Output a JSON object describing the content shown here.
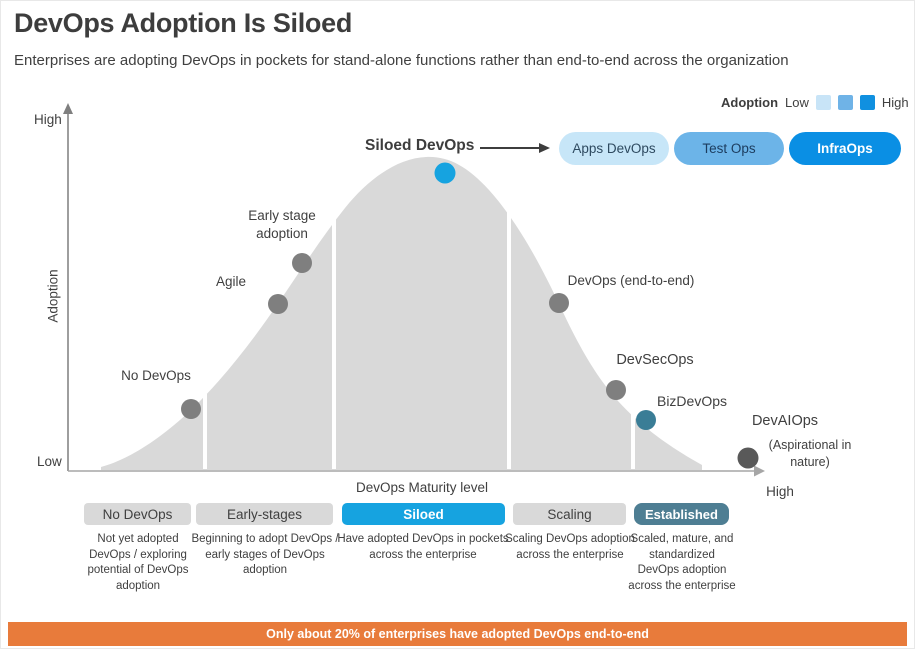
{
  "header": {
    "title": "DevOps Adoption Is Siloed",
    "subtitle": "Enterprises are adopting DevOps in pockets for stand-alone functions rather than end-to-end across the organization"
  },
  "legend": {
    "label": "Adoption",
    "low": "Low",
    "high": "High",
    "swatches": [
      "#C8E4F7",
      "#6FB3E7",
      "#1090E0"
    ]
  },
  "callout": {
    "label": "Siloed DevOps",
    "pills": [
      {
        "label": "Apps DevOps",
        "bg": "#C7E6F8"
      },
      {
        "label": "Test Ops",
        "bg": "#6CB4E8"
      },
      {
        "label": "InfraOps",
        "bg": "#0A8FE4"
      }
    ]
  },
  "axes": {
    "y_label": "Adoption",
    "y_high": "High",
    "y_low": "Low",
    "x_label": "DevOps Maturity level",
    "x_high": "High"
  },
  "milestones": [
    {
      "label": "No DevOps",
      "dot_color": "#7F7F7F"
    },
    {
      "label": "Agile",
      "dot_color": "#7F7F7F"
    },
    {
      "label": "Early stage adoption",
      "dot_color": "#7F7F7F"
    },
    {
      "label": "Siloed DevOps",
      "dot_color": "#16A3E0"
    },
    {
      "label": "DevOps (end-to-end)",
      "dot_color": "#7F7F7F"
    },
    {
      "label": "DevSecOps",
      "dot_color": "#7F7F7F"
    },
    {
      "label": "BizDevOps",
      "dot_color": "#3A7D96"
    },
    {
      "label": "DevAIOps",
      "note": "(Aspirational in nature)",
      "dot_color": "#595959"
    }
  ],
  "curve_color": "#D9D9D9",
  "stages": [
    {
      "label": "No DevOps",
      "desc": "Not yet adopted DevOps / exploring potential of DevOps adoption"
    },
    {
      "label": "Early-stages",
      "desc": "Beginning to adopt DevOps / early stages of DevOps adoption"
    },
    {
      "label": "Siloed",
      "desc": "Have adopted DevOps in pockets across the enterprise",
      "accent": "#16A3E0"
    },
    {
      "label": "Scaling",
      "desc": "Scaling DevOps adoption across the enterprise"
    },
    {
      "label": "Established",
      "desc": "Scaled, mature, and standardized DevOps adoption across the enterprise",
      "accent": "#4E7E93"
    }
  ],
  "banner": {
    "text": "Only about 20% of enterprises have adopted DevOps end-to-end",
    "bg": "#E87B3B"
  }
}
